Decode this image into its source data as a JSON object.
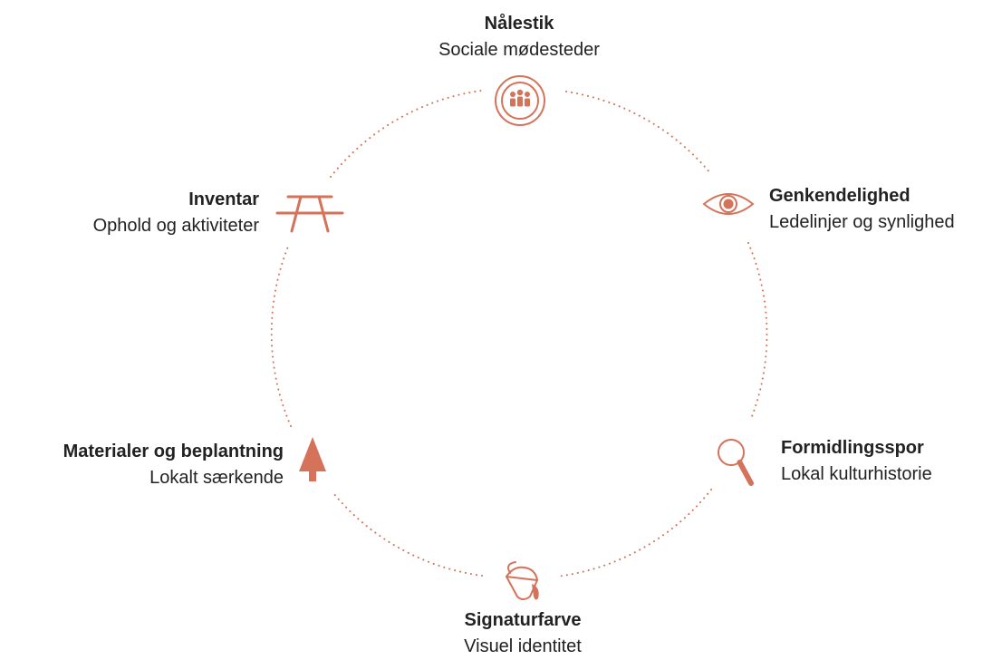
{
  "accent_color": "#d4735a",
  "nodes": [
    {
      "id": "nalestik",
      "title": "Nålestik",
      "subtitle": "Sociale mødesteder",
      "icon": "people-group-icon"
    },
    {
      "id": "genkendelighed",
      "title": "Genkendelighed",
      "subtitle": "Ledelinjer og synlighed",
      "icon": "eye-icon"
    },
    {
      "id": "formidlingsspor",
      "title": "Formidlingsspor",
      "subtitle": "Lokal kulturhistorie",
      "icon": "magnifier-icon"
    },
    {
      "id": "signaturfarve",
      "title": "Signaturfarve",
      "subtitle": "Visuel identitet",
      "icon": "paint-bucket-icon"
    },
    {
      "id": "materialer",
      "title": "Materialer og beplantning",
      "subtitle": "Lokalt særkende",
      "icon": "tree-icon"
    },
    {
      "id": "inventar",
      "title": "Inventar",
      "subtitle": "Ophold og aktiviteter",
      "icon": "picnic-table-icon"
    }
  ]
}
